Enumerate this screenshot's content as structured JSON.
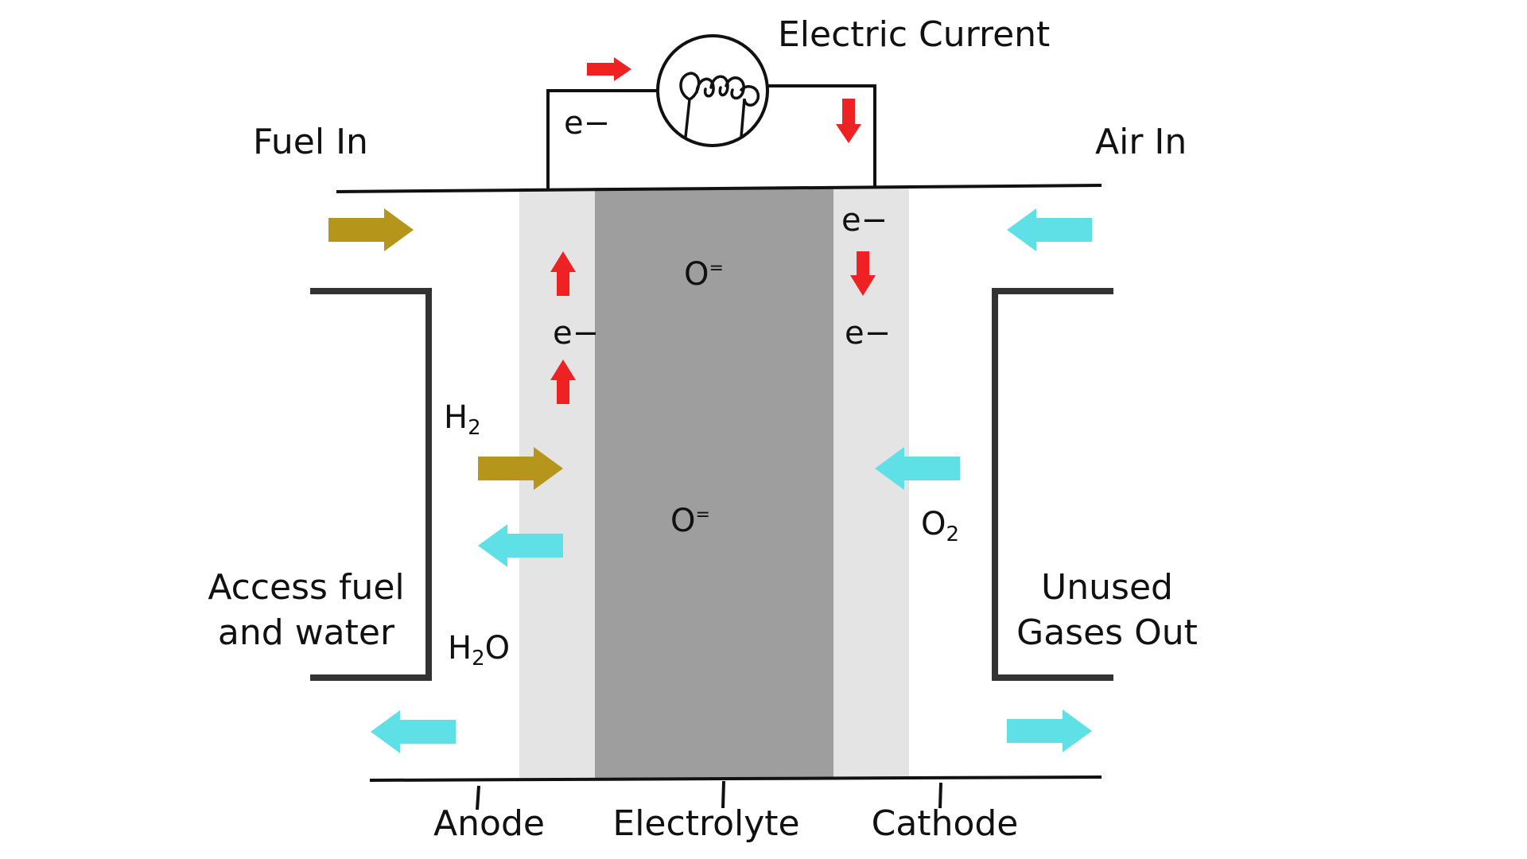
{
  "labels": {
    "electric_current": "Electric Current",
    "fuel_in": "Fuel In",
    "air_in": "Air In",
    "access_fuel_line1": "Access fuel",
    "access_fuel_line2": "and water",
    "unused_line1": "Unused",
    "unused_line2": "Gases Out",
    "anode": "Anode",
    "electrolyte": "Electrolyte",
    "cathode": "Cathode"
  },
  "symbols": {
    "electron": "e−",
    "oxide_ion": "O",
    "oxide_charge": "=",
    "hydrogen": "H",
    "oxygen": "O",
    "water_h": "H",
    "water_o": "O",
    "subscript_two": "2"
  },
  "colors": {
    "fuel_arrow": "#b5961a",
    "air_arrow": "#5ee0e6",
    "electron_arrow": "#ee2222",
    "electrode_fill": "#e4e4e4",
    "electrolyte_fill": "#9e9e9e",
    "line": "#111111",
    "channel_wall": "#333333"
  }
}
